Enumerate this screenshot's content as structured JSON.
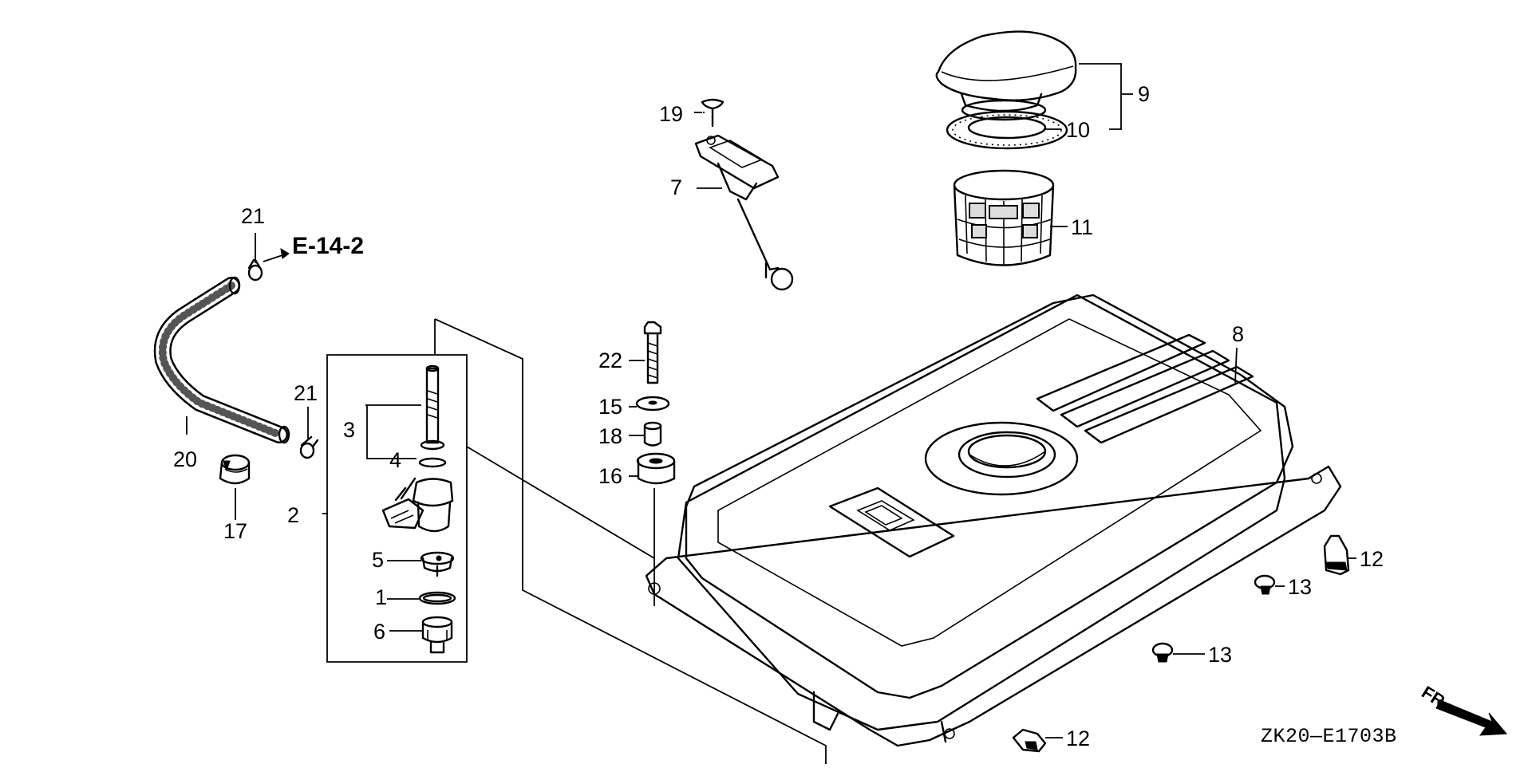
{
  "diagram": {
    "code": "ZK20—E1703B",
    "front_marker": "FR.",
    "reference": "E-14-2",
    "callouts": {
      "c1": "1",
      "c2": "2",
      "c3": "3",
      "c4": "4",
      "c5": "5",
      "c6": "6",
      "c7": "7",
      "c8": "8",
      "c9": "9",
      "c10": "10",
      "c11": "11",
      "c12a": "12",
      "c12b": "12",
      "c13a": "13",
      "c13b": "13",
      "c15": "15",
      "c16": "16",
      "c17": "17",
      "c18": "18",
      "c19": "19",
      "c20": "20",
      "c21a": "21",
      "c21b": "21",
      "c22": "22"
    }
  }
}
